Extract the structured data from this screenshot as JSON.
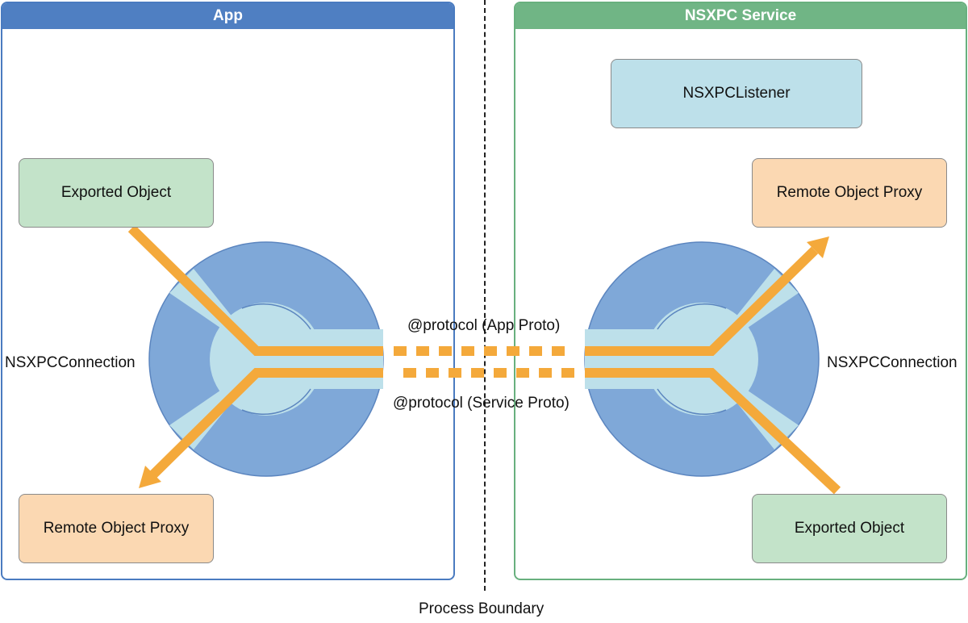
{
  "panels": {
    "app": {
      "title": "App"
    },
    "service": {
      "title": "NSXPC Service"
    }
  },
  "nodes": {
    "app_exported": "Exported Object",
    "app_proxy": "Remote Object Proxy",
    "app_connection": "NSXPCConnection",
    "svc_listener": "NSXPCListener",
    "svc_proxy": "Remote Object Proxy",
    "svc_exported": "Exported Object",
    "svc_connection": "NSXPCConnection"
  },
  "protocols": {
    "app": "@protocol (App Proto)",
    "service": "@protocol (Service Proto)"
  },
  "boundary_label": "Process Boundary",
  "colors": {
    "app_header": "#4f7fc2",
    "service_header": "#70b585",
    "connection_ring": "#7fa8d8",
    "connection_inner": "#bde0ea",
    "channel": "#f4a93b"
  }
}
